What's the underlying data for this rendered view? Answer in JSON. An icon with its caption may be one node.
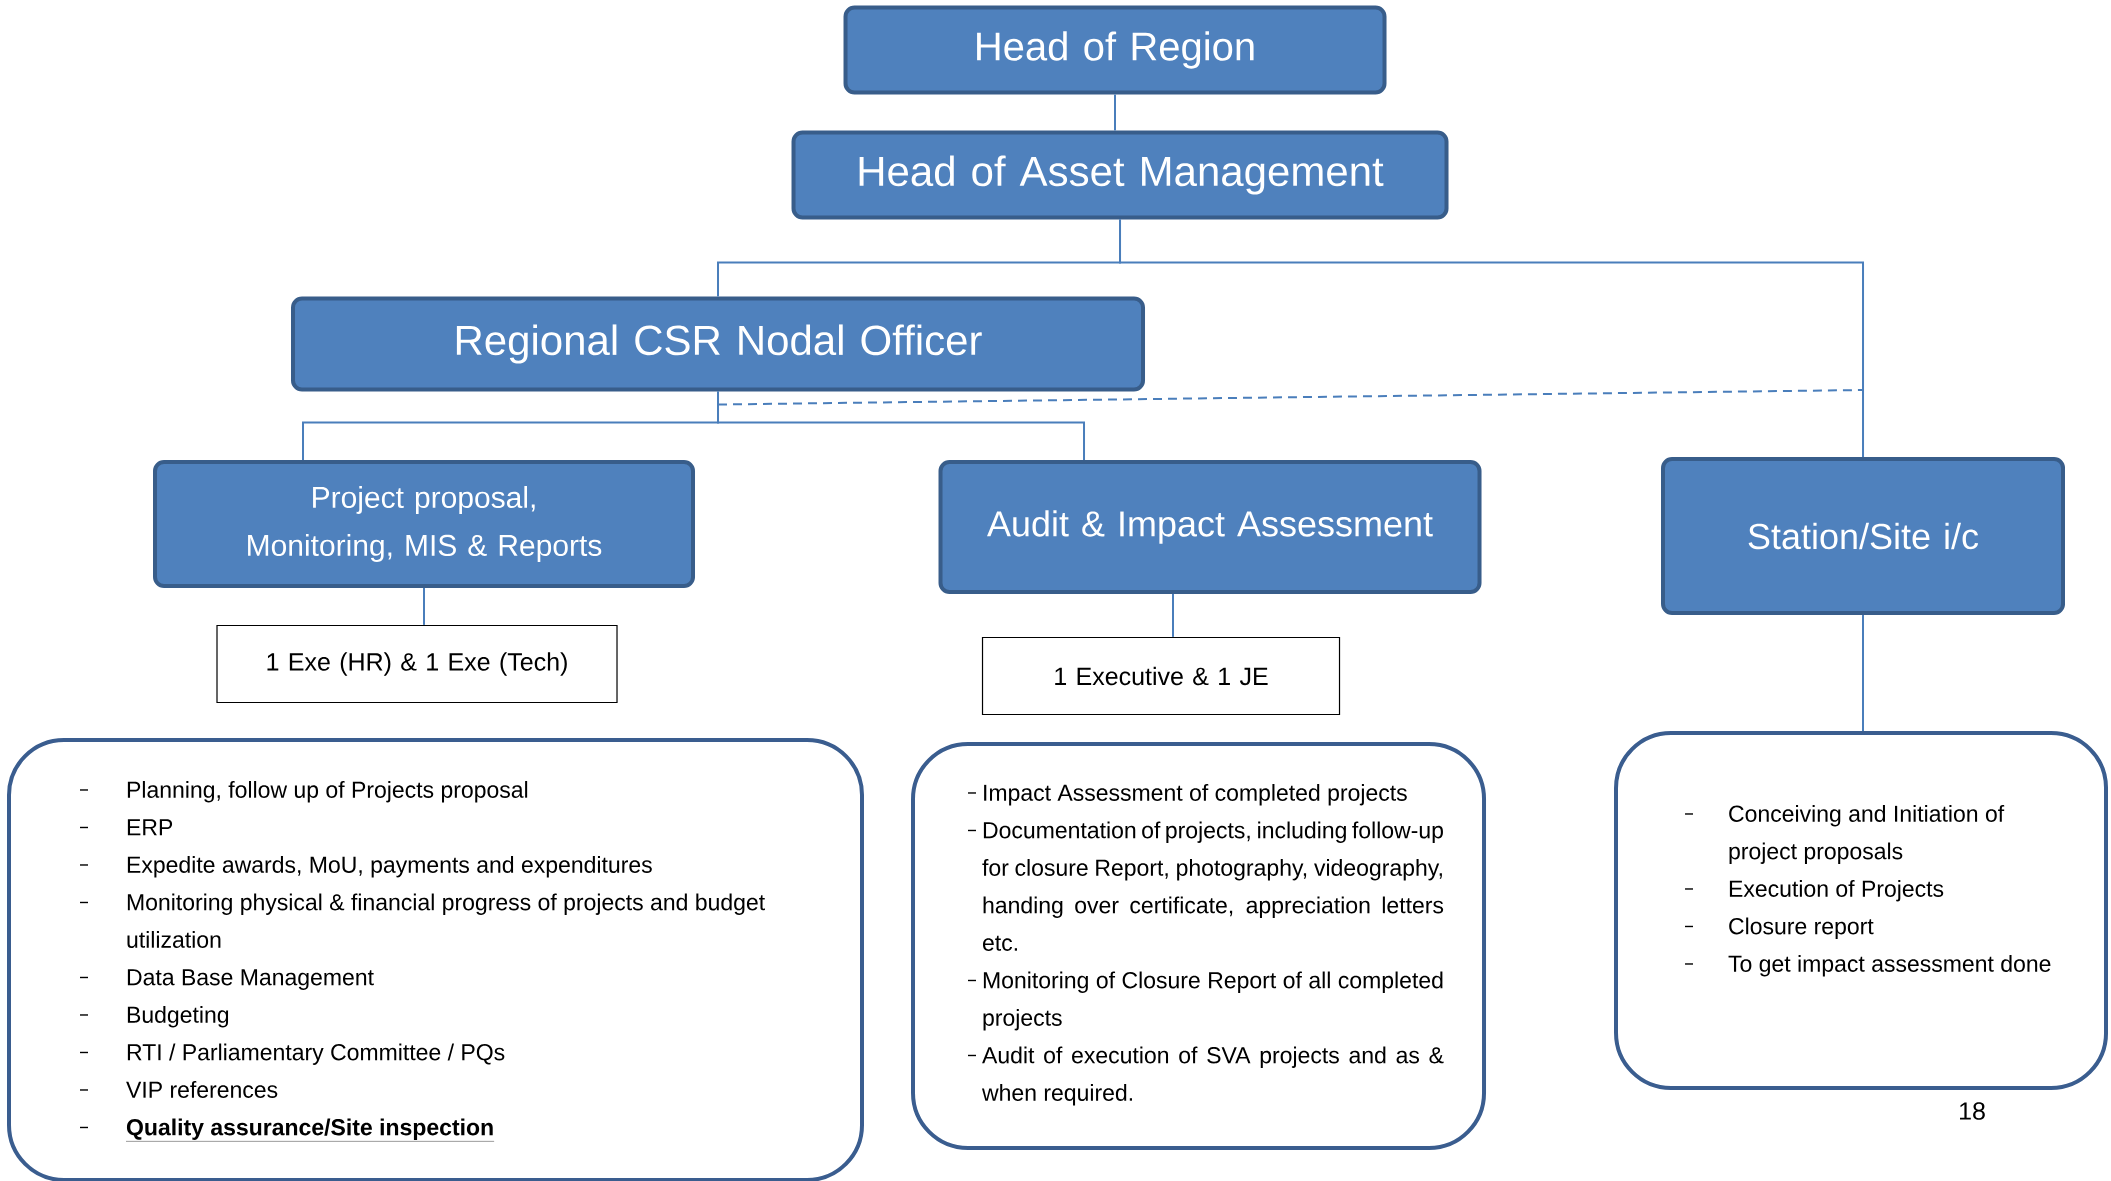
{
  "diagram": {
    "nodes": [
      {
        "text": [
          "Head of Region"
        ]
      },
      {
        "text": [
          "Head of Asset Management"
        ]
      },
      {
        "text": [
          "Regional CSR Nodal Officer"
        ]
      },
      {
        "text": [
          "Project proposal, Monitoring, MIS & Reports"
        ]
      },
      {
        "text": [
          "Audit & Impact Assessment"
        ]
      },
      {
        "text": [
          "Station/Site i/c"
        ]
      },
      {
        "text": [
          "1 Exe (HR) & 1 Exe (Tech)"
        ]
      },
      {
        "text": [
          "1 Executive & 1 JE"
        ]
      },
      {
        "text": [
          "Planning, follow up  of Projects  proposal",
          "ERP",
          "Expedite awards, MoU, payments and expenditures",
          "Monitoring physical & financial progress of projects and budget utilization",
          "Data Base Management",
          "Budgeting",
          "RTI / Parliamentary Committee / PQs",
          "VIP references",
          "Quality assurance/Site inspection"
        ]
      },
      {
        "text": [
          "Impact Assessment of completed projects",
          "Documentation of projects, including follow-up for closure Report, photography, videography, handing over certificate, appreciation letters etc.",
          "Monitoring of Closure Report of all completed projects",
          "Audit of execution of SVA projects and as & when required."
        ]
      },
      {
        "text": [
          "Conceiving and Initiation of project proposals",
          "Execution of Projects",
          "Closure report",
          "To get impact assessment done"
        ]
      }
    ],
    "edges": [
      {
        "from": 0,
        "to": 1,
        "arrow": "none"
      },
      {
        "from": 1,
        "to": 2,
        "arrow": "none"
      },
      {
        "from": 1,
        "to": 5,
        "arrow": "none"
      },
      {
        "from": 2,
        "to": 3,
        "arrow": "none"
      },
      {
        "from": 2,
        "to": 4,
        "arrow": "none"
      },
      {
        "from": 2,
        "to": 5,
        "arrow": "none",
        "style": "dashed"
      },
      {
        "from": 3,
        "to": 6,
        "arrow": "none"
      },
      {
        "from": 4,
        "to": 7,
        "arrow": "none"
      },
      {
        "from": 5,
        "to": 10,
        "arrow": "none"
      }
    ],
    "labels": [
      "18"
    ]
  }
}
